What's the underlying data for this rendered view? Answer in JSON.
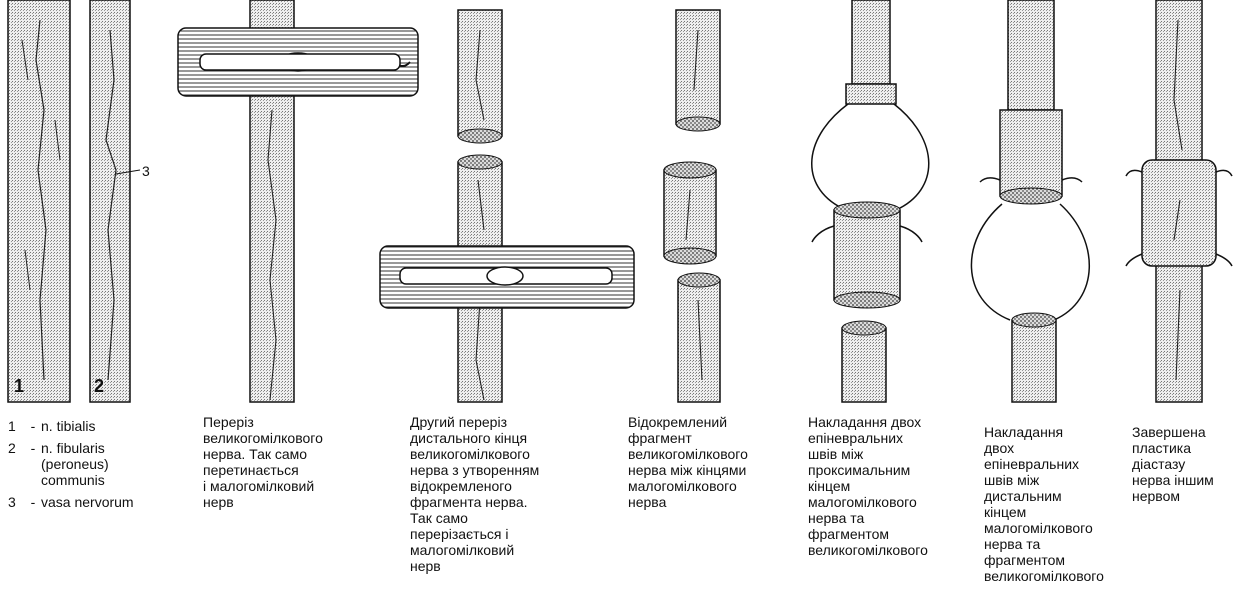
{
  "figure_labels": {
    "tibialis_number": "1",
    "fibularis_number": "2",
    "vessel_pointer": "3"
  },
  "legend": [
    {
      "number": "1",
      "text": "n. tibialis"
    },
    {
      "number": "2",
      "text": "n. fibularis\n(peroneus)\ncommunis"
    },
    {
      "number": "3",
      "text": "vasa nervorum"
    }
  ],
  "captions": [
    {
      "id": "step1",
      "text": "Переріз\nвеликогомілкового\nнерва. Так само\nперетинається\nі малогомілковий\nнерв"
    },
    {
      "id": "step2",
      "text": "Другий переріз\nдистального кінця\nвеликогомілкового\nнерва з утворенням\nвідокремленого\nфрагмента нерва.\nТак само\nперерізається і\nмалогомілковий\nнерв"
    },
    {
      "id": "step3",
      "text": "Відокремлений\nфрагмент\nвеликогомілкового\nнерва між кінцями\nмалогомілкового\nнерва"
    },
    {
      "id": "step4",
      "text": "Накладання двох\nепіневральних\nшвів між\nпроксимальним\nкінцем\nмалогомілкового\nнерва та\nфрагментом\nвеликогомілкового"
    },
    {
      "id": "step5",
      "text": "Накладання\nдвох\nепіневральних\nшвів між\nдистальним\nкінцем\nмалогомілкового\nнерва та\nфрагментом\nвеликогомілкового"
    },
    {
      "id": "step6",
      "text": "Завершена\nпластика\nдіастазу\nнерва іншим\nнервом"
    }
  ]
}
